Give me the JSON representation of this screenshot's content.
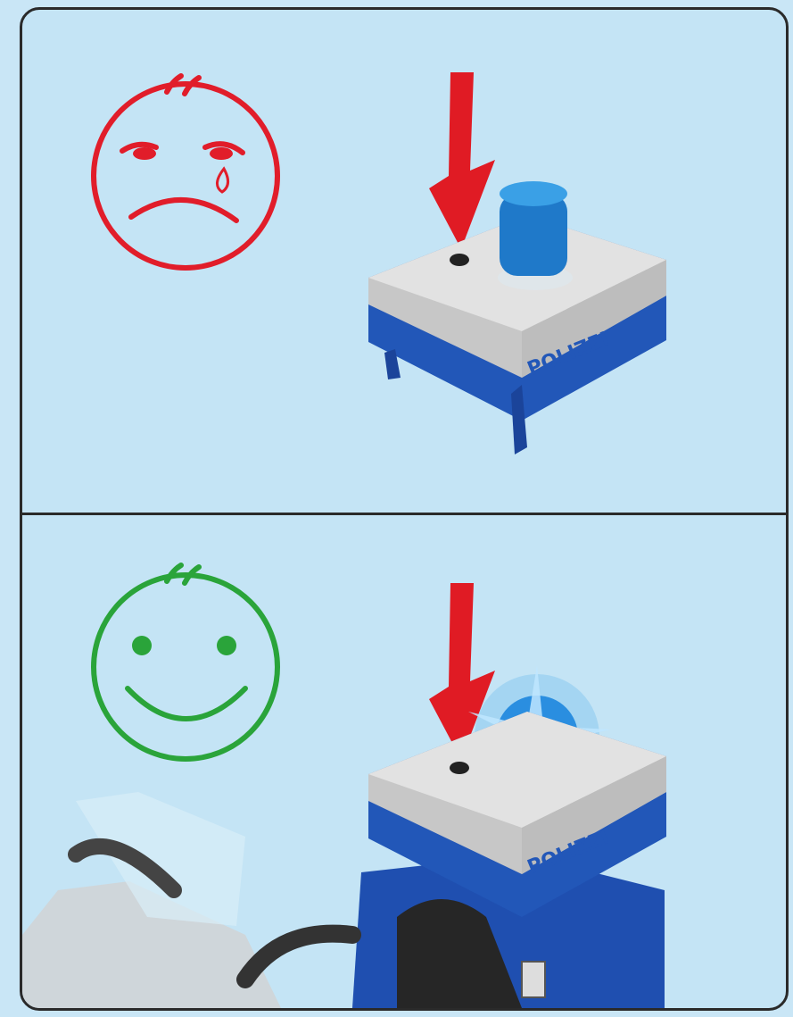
{
  "panels": [
    {
      "id": "off",
      "face": "sad",
      "face_color": "#e11d2a",
      "beacon_state": "off",
      "label_text": "POLIZEI",
      "arrow_color": "#e01b24"
    },
    {
      "id": "on",
      "face": "happy",
      "face_color": "#2aa43a",
      "beacon_state": "flashing",
      "label_text": "POLIZEI",
      "arrow_color": "#e01b24"
    }
  ],
  "icons": [
    "sad-face-icon",
    "happy-face-icon",
    "down-arrow-icon",
    "police-beacon-icon",
    "motorcycle-icon"
  ]
}
